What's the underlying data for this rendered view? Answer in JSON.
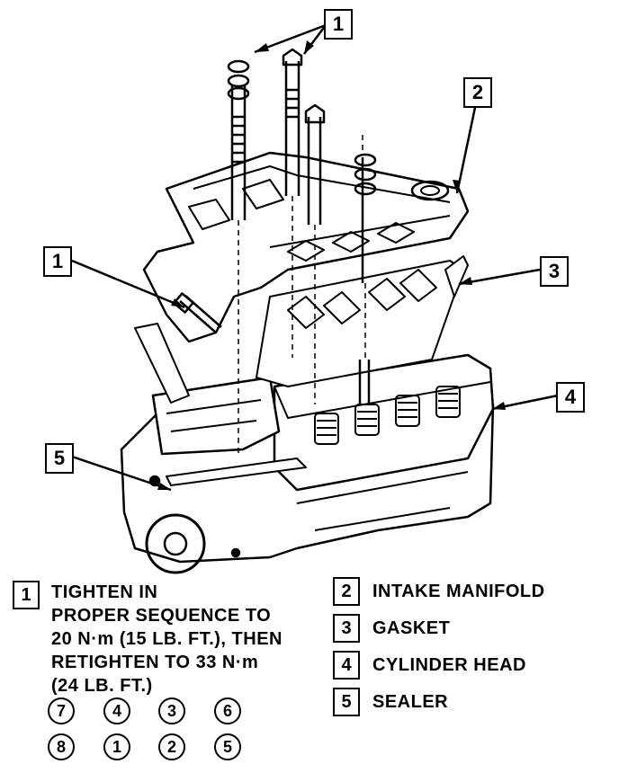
{
  "callouts": {
    "c1_top": "1",
    "c2": "2",
    "c1_left": "1",
    "c3": "3",
    "c4": "4",
    "c5": "5"
  },
  "legend": {
    "item1": {
      "number": "1",
      "lines": [
        "TIGHTEN IN",
        "PROPER SEQUENCE TO",
        "20 N·m (15 LB. FT.), THEN",
        "RETIGHTEN TO 33 N·m",
        "(24 LB. FT.)"
      ]
    },
    "item2": {
      "number": "2",
      "label": "INTAKE MANIFOLD"
    },
    "item3": {
      "number": "3",
      "label": "GASKET"
    },
    "item4": {
      "number": "4",
      "label": "CYLINDER HEAD"
    },
    "item5": {
      "number": "5",
      "label": "SEALER"
    }
  },
  "sequence": {
    "row1": [
      "7",
      "4",
      "3",
      "6"
    ],
    "row2": [
      "8",
      "1",
      "2",
      "5"
    ]
  }
}
